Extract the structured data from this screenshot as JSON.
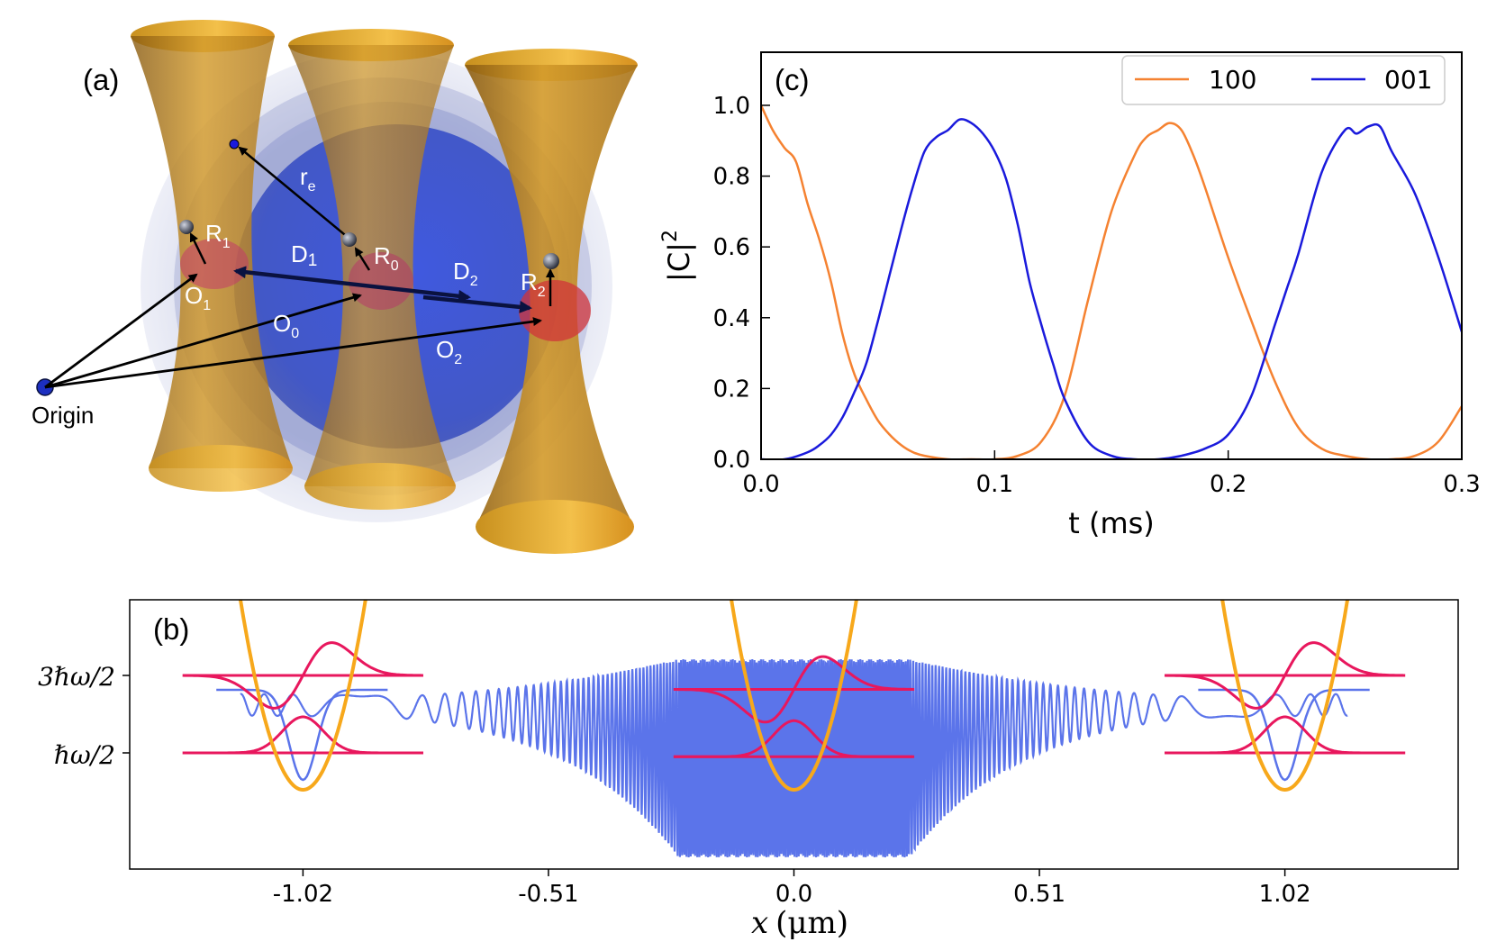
{
  "panel_a": {
    "label": "(a)",
    "labels": {
      "origin": "Origin",
      "re_main": "r",
      "re_sub": "e",
      "r0_main": "R",
      "r0_sub": "0",
      "r1_main": "R",
      "r1_sub": "1",
      "r2_main": "R",
      "r2_sub": "2",
      "d1_main": "D",
      "d1_sub": "1",
      "d2_main": "D",
      "d2_sub": "2",
      "o0_main": "O",
      "o0_sub": "0",
      "o1_main": "O",
      "o1_sub": "1",
      "o2_main": "O",
      "o2_sub": "2"
    },
    "colors": {
      "beam": "#c8901e",
      "sphere": "#3a55d8",
      "trap": "#b8326a",
      "arrow": "#000000"
    }
  },
  "chart_data": [
    {
      "panel": "(c)",
      "type": "line",
      "title": "",
      "xlabel": "t (ms)",
      "ylabel_main": "|C|",
      "ylabel_sup": "2",
      "xlim": [
        0.0,
        0.3
      ],
      "ylim": [
        0.0,
        1.15
      ],
      "xticks": [
        0.0,
        0.1,
        0.2,
        0.3
      ],
      "xtick_labels": [
        "0.0",
        "0.1",
        "0.2",
        "0.3"
      ],
      "yticks": [
        0.0,
        0.2,
        0.4,
        0.6,
        0.8,
        1.0
      ],
      "ytick_labels": [
        "0.0",
        "0.2",
        "0.4",
        "0.6",
        "0.8",
        "1.0"
      ],
      "grid": false,
      "legend": "top-right",
      "series": [
        {
          "name": "100",
          "color": "#f58231",
          "x": [
            0.0,
            0.005,
            0.01,
            0.015,
            0.02,
            0.025,
            0.03,
            0.035,
            0.04,
            0.045,
            0.05,
            0.055,
            0.06,
            0.065,
            0.07,
            0.08,
            0.09,
            0.1,
            0.11,
            0.12,
            0.13,
            0.14,
            0.15,
            0.16,
            0.165,
            0.17,
            0.175,
            0.18,
            0.185,
            0.19,
            0.2,
            0.21,
            0.22,
            0.23,
            0.24,
            0.25,
            0.26,
            0.27,
            0.28,
            0.29,
            0.3
          ],
          "y": [
            1.0,
            0.93,
            0.88,
            0.84,
            0.72,
            0.62,
            0.5,
            0.35,
            0.24,
            0.17,
            0.11,
            0.07,
            0.04,
            0.02,
            0.01,
            0.0,
            0.0,
            0.0,
            0.01,
            0.05,
            0.18,
            0.45,
            0.7,
            0.86,
            0.91,
            0.93,
            0.95,
            0.93,
            0.86,
            0.77,
            0.57,
            0.39,
            0.22,
            0.09,
            0.03,
            0.01,
            0.0,
            0.0,
            0.01,
            0.05,
            0.15
          ]
        },
        {
          "name": "001",
          "color": "#1a1adc",
          "x": [
            0.0,
            0.01,
            0.02,
            0.025,
            0.03,
            0.035,
            0.04,
            0.045,
            0.05,
            0.055,
            0.06,
            0.065,
            0.07,
            0.075,
            0.08,
            0.085,
            0.09,
            0.095,
            0.1,
            0.105,
            0.11,
            0.115,
            0.12,
            0.125,
            0.13,
            0.14,
            0.15,
            0.16,
            0.17,
            0.18,
            0.19,
            0.2,
            0.21,
            0.22,
            0.225,
            0.23,
            0.24,
            0.25,
            0.255,
            0.26,
            0.265,
            0.27,
            0.28,
            0.29,
            0.3
          ],
          "y": [
            0.0,
            0.0,
            0.02,
            0.04,
            0.07,
            0.12,
            0.19,
            0.27,
            0.39,
            0.52,
            0.65,
            0.77,
            0.87,
            0.91,
            0.93,
            0.96,
            0.95,
            0.92,
            0.87,
            0.79,
            0.66,
            0.5,
            0.38,
            0.27,
            0.17,
            0.05,
            0.01,
            0.0,
            0.0,
            0.01,
            0.03,
            0.07,
            0.18,
            0.38,
            0.48,
            0.58,
            0.81,
            0.93,
            0.92,
            0.94,
            0.94,
            0.87,
            0.75,
            0.57,
            0.36
          ]
        }
      ]
    },
    {
      "panel": "(b)",
      "type": "line",
      "title": "",
      "xlabel_var": "x",
      "xlabel_unit": "(μm)",
      "xlim": [
        -1.38,
        1.38
      ],
      "xticks": [
        -1.02,
        -0.51,
        0.0,
        0.51,
        1.02
      ],
      "xtick_labels": [
        "-1.02",
        "-0.51",
        "0.0",
        "0.51",
        "1.02"
      ],
      "y_levels": [
        {
          "label": "3ℏω/2",
          "energy": 1.5
        },
        {
          "label": "ℏω/2",
          "energy": 0.5
        }
      ],
      "grid": false,
      "wells": [
        {
          "center": -1.02,
          "offset": 0.0,
          "color": "#f7a81b"
        },
        {
          "center": 0.0,
          "offset": 0.0,
          "color": "#f7a81b"
        },
        {
          "center": 1.02,
          "offset": 0.0,
          "color": "#f7a81b"
        }
      ],
      "levels": [
        {
          "center": -1.02,
          "energy": 1.5,
          "offset": 0.0,
          "color": "#e8175d"
        },
        {
          "center": -1.02,
          "energy": 0.5,
          "offset": 0.0,
          "color": "#e8175d"
        },
        {
          "center": 0.0,
          "energy": 1.5,
          "offset": -0.18,
          "color": "#e8175d"
        },
        {
          "center": 0.0,
          "energy": 0.5,
          "offset": -0.05,
          "color": "#e8175d"
        },
        {
          "center": 1.02,
          "energy": 1.5,
          "offset": 0.0,
          "color": "#e8175d"
        },
        {
          "center": 1.02,
          "energy": 0.5,
          "offset": 0.0,
          "color": "#e8175d"
        }
      ],
      "oscillation": {
        "from": -1.15,
        "to": 1.15,
        "color": "#5b74ea"
      }
    }
  ]
}
